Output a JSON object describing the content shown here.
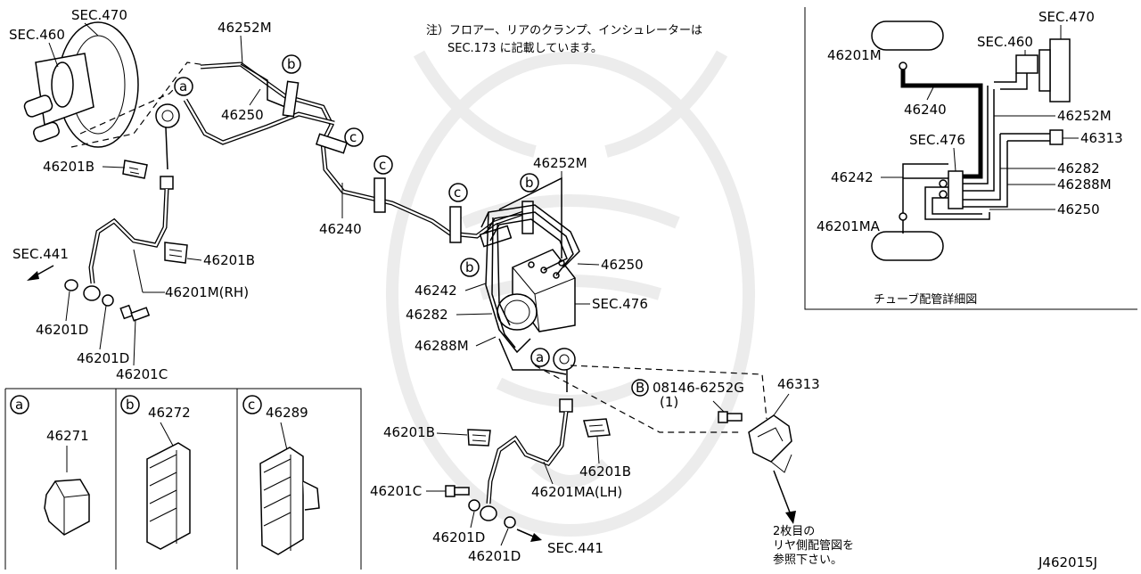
{
  "note": {
    "line1": "注）フロアー、リアのクランプ、インシュレーターは",
    "line2": "SEC.173 に記載しています。"
  },
  "labels": {
    "sec470": "SEC.470",
    "sec460": "SEC.460",
    "p46252M": "46252M",
    "p46250": "46250",
    "p46240": "46240",
    "p46201B": "46201B",
    "p46201M_RH": "46201M(RH)",
    "sec441": "SEC.441",
    "p46201D": "46201D",
    "p46201C": "46201C",
    "p46242": "46242",
    "p46282": "46282",
    "p46288M": "46288M",
    "sec476": "SEC.476",
    "p46313": "46313",
    "bolt": "08146-6252G",
    "bolt_qty": "(1)",
    "p46201MA_LH": "46201MA(LH)",
    "rear_ref_1": "2枚目の",
    "rear_ref_2": "リヤ側配管図を",
    "rear_ref_3": "参照下さい。",
    "diagram_id": "J462015J"
  },
  "callouts": {
    "a": "a",
    "b": "b",
    "c": "c",
    "B": "B"
  },
  "clip_parts": {
    "a": {
      "letter": "a",
      "part": "46271"
    },
    "b": {
      "letter": "b",
      "part": "46272"
    },
    "c": {
      "letter": "c",
      "part": "46289"
    }
  },
  "detail": {
    "title": "チューブ配管詳細図",
    "sec470": "SEC.470",
    "sec460": "SEC.460",
    "sec476": "SEC.476",
    "p46201M": "46201M",
    "p46240": "46240",
    "p46252M": "46252M",
    "p46313": "46313",
    "p46242": "46242",
    "p46282": "46282",
    "p46288M": "46288M",
    "p46250": "46250",
    "p46201MA": "46201MA"
  }
}
